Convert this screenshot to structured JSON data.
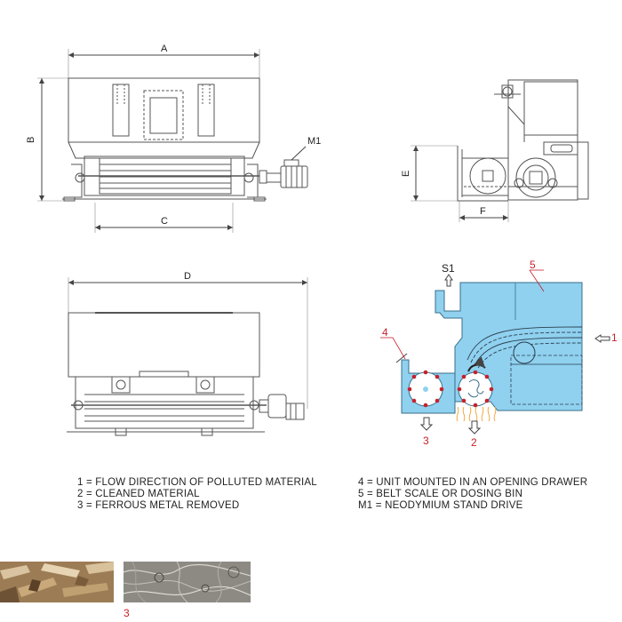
{
  "dimensions": {
    "a": "A",
    "b": "B",
    "c": "C",
    "d": "D",
    "e": "E",
    "f": "F",
    "m1": "M1"
  },
  "callouts": {
    "s1": "S1",
    "n1": "1",
    "n2": "2",
    "n3": "3",
    "n4": "4",
    "n5": "5"
  },
  "legend_left": [
    "1 = FLOW DIRECTION OF POLLUTED MATERIAL",
    "2 = CLEANED MATERIAL",
    "3 = FERROUS METAL REMOVED"
  ],
  "legend_right": [
    "4 = UNIT MOUNTED IN AN OPENING DRAWER",
    "5 = BELT SCALE OR DOSING BIN",
    "M1 = NEODYMIUM STAND DRIVE"
  ],
  "photo_label": "3",
  "colors": {
    "blue": "#8fd1ef",
    "red": "#c8202a",
    "line": "#555555",
    "flow": "#f0a030"
  }
}
